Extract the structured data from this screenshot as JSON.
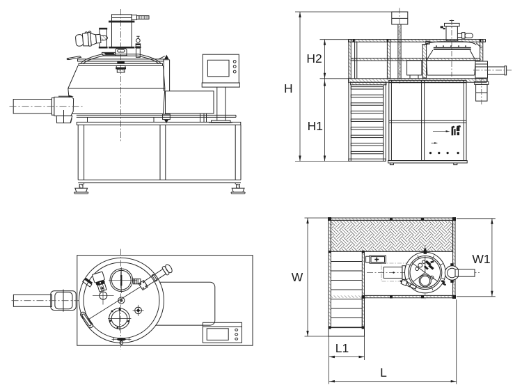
{
  "drawing": {
    "type": "technical-engineering-drawing",
    "subject": "high shear mixer granulator - four orthographic views",
    "colors": {
      "background": "#ffffff",
      "line": "#262626",
      "label": "#1c1c1c"
    },
    "views": {
      "front_elevation": "top-left",
      "side_elevation_with_heights": "top-right",
      "machine_plan": "bottom-left",
      "platform_plan_with_lengths": "bottom-right"
    },
    "dimensions": {
      "overall_height": "H",
      "lower_height": "H1",
      "upper_height": "H2",
      "platform_width": "W",
      "machine_bay_width": "W1",
      "stair_length": "L1",
      "overall_length": "L"
    }
  }
}
